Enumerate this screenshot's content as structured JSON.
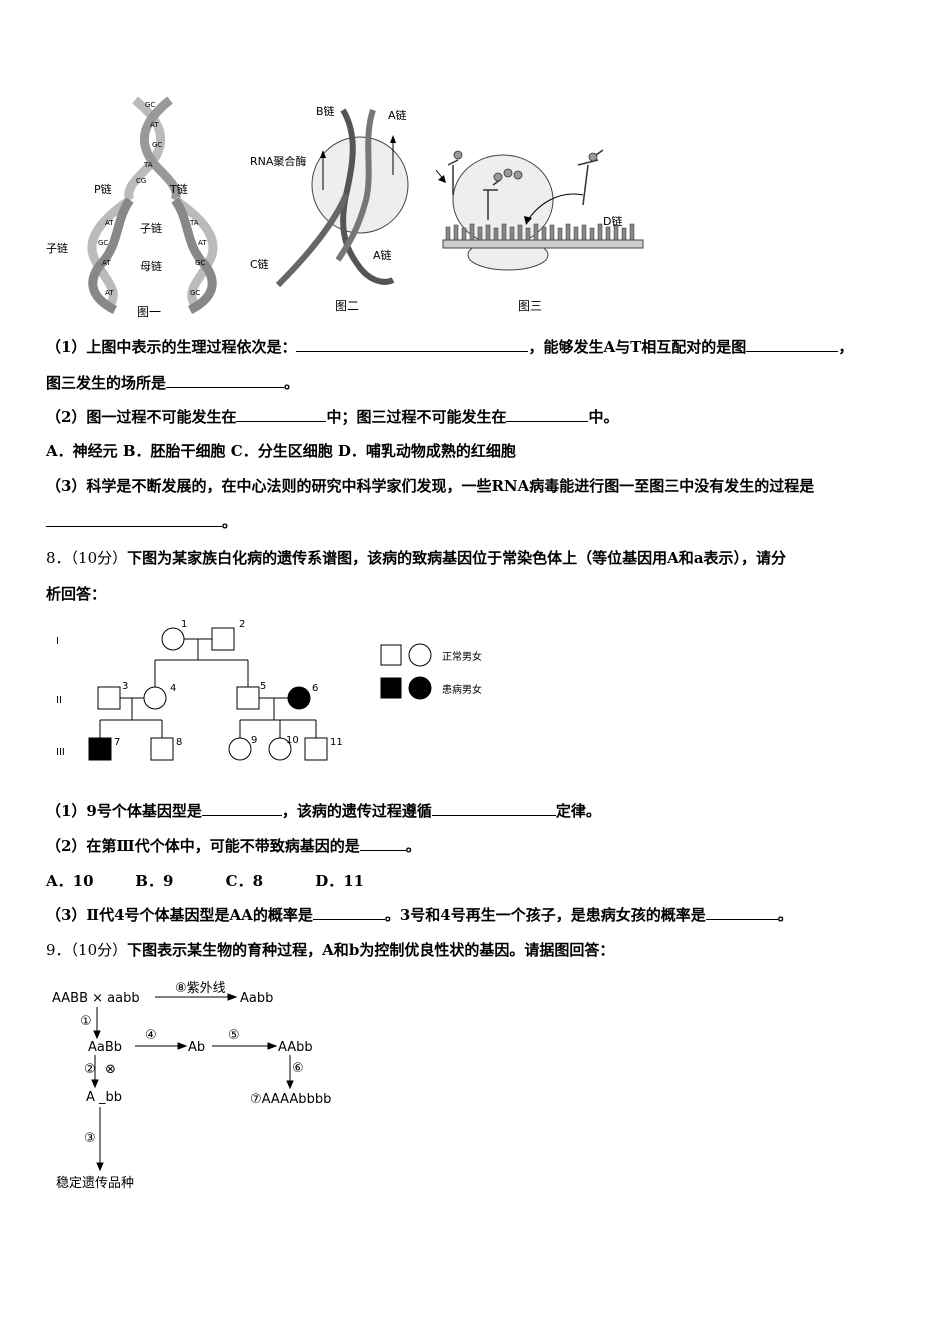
{
  "figures": {
    "fig1": {
      "caption": "图一",
      "labels": {
        "p": "P链",
        "t": "T链",
        "zi": "子链",
        "zi2": "子链",
        "mu": "母链"
      }
    },
    "fig2": {
      "caption": "图二",
      "labels": {
        "b": "B链",
        "a": "A链",
        "rna": "RNA聚合酶",
        "c": "C链",
        "a2": "A链"
      }
    },
    "fig3": {
      "caption": "图三",
      "labels": {
        "d": "D链"
      }
    }
  },
  "q7": {
    "p1_a": "（1）上图中表示的生理过程依次是：",
    "p1_b": "，能够发生",
    "p1_c": "A",
    "p1_d": "与",
    "p1_e": "T",
    "p1_f": "相互配对的是图",
    "p1_g": "，",
    "p1_h": "图三发生的场所是",
    "p1_i": "。",
    "p2_a": "（2）图一过程不可能发生在",
    "p2_b": "中；图三过程不可能发生在",
    "p2_c": "中。",
    "options": "A．神经元   B．胚胎干细胞    C．分生区细胞    D．哺乳动物成熟的红细胞",
    "p3_a": "（3）科学是不断发展的，在中心法则的研究中科学家们发现，一些",
    "p3_b": "RNA",
    "p3_c": "病毒能进行图一至图三中没有发生的过程是",
    "p3_d": "。"
  },
  "q8": {
    "num": "8．（10分）",
    "stem_a": "下图为某家族白化病的遗传系谱图，该病的致病基因位于常染色体上（等位基因用",
    "stem_b": "A",
    "stem_c": "和",
    "stem_d": "a",
    "stem_e": "表示），请分",
    "stem_f": "析回答：",
    "pedigree": {
      "gens": [
        "I",
        "II",
        "III"
      ],
      "ids": [
        "1",
        "2",
        "3",
        "4",
        "5",
        "6",
        "7",
        "8",
        "9",
        "10",
        "11"
      ],
      "legend_normal": "正常男女",
      "legend_affected": "患病男女"
    },
    "p1_a": "（1）9",
    "p1_b": "号个体基因型是",
    "p1_c": "，该病的遗传过程遵循",
    "p1_d": "定律。",
    "p2_a": "（2）在第Ⅲ代个体中，可能不带致病基因的是",
    "p2_b": "。",
    "options": "A．10        B．9          C．8          D．11",
    "p3_a": "（3）Ⅱ代",
    "p3_b": "4",
    "p3_c": "号个体基因型是",
    "p3_d": "AA",
    "p3_e": "的概率是",
    "p3_f": "。3",
    "p3_g": "号和",
    "p3_h": "4",
    "p3_i": "号再生一个孩子，是患病女孩的概率是",
    "p3_j": "。"
  },
  "q9": {
    "num": "9．（10分）",
    "stem_a": "下图表示某生物的育种过程，",
    "stem_b": "A",
    "stem_c": "和",
    "stem_d": "b",
    "stem_e": "为控制优良性状的基因。请据图回答：",
    "diagram": {
      "aabb_cross": "AABB × aabb",
      "step8": "⑧紫外线",
      "aabb_result": "Aabb",
      "step1": "①",
      "aabb2": "AaBb",
      "step4": "④",
      "ab": "Ab",
      "step5": "⑤",
      "aabb3": "AAbb",
      "step2": "②",
      "selfing": "⊗",
      "step6": "⑥",
      "a_bb": "A _bb",
      "aaaabbbb": "⑦AAAAbbbb",
      "step3": "③",
      "stable": "稳定遗传品种"
    }
  }
}
